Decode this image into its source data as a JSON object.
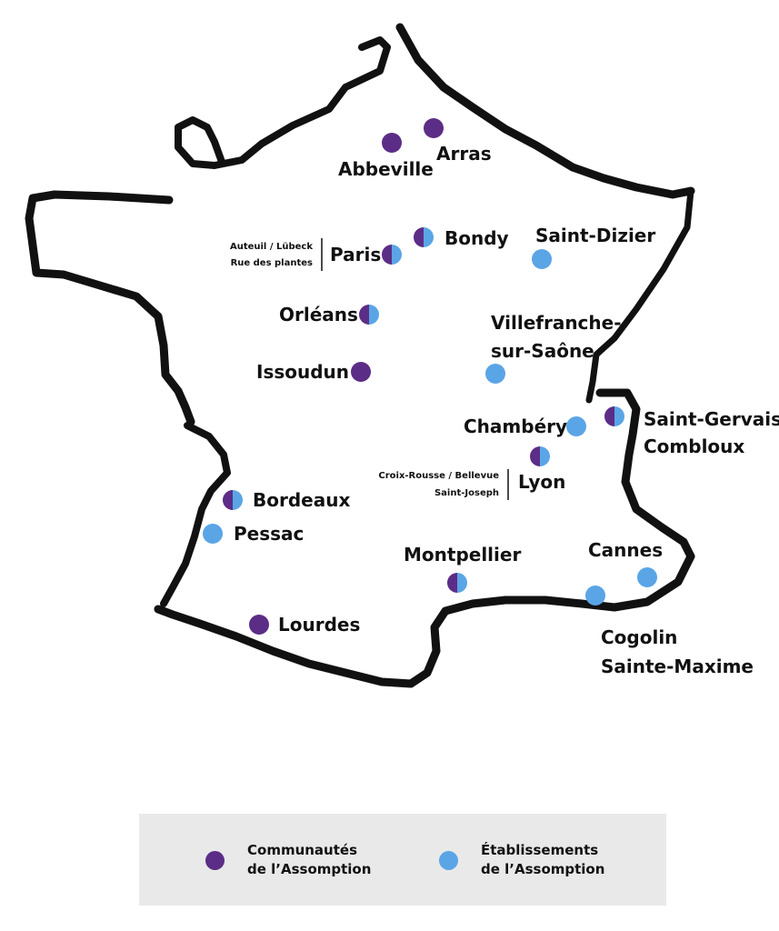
{
  "colors": {
    "communautes": "#5c2d86",
    "etablissements": "#5aa5e6",
    "outline": "#111111",
    "legend_bg": "#e9e9e9"
  },
  "cities": {
    "abbeville": "Abbeville",
    "arras": "Arras",
    "paris": "Paris",
    "paris_sub_1": "Auteuil / Lübeck",
    "paris_sub_2": "Rue des plantes",
    "bondy": "Bondy",
    "saint_dizier": "Saint-Dizier",
    "orleans": "Orléans",
    "villefranche_1": "Villefranche-",
    "villefranche_2": "sur-Saône",
    "issoudun": "Issoudun",
    "chambery": "Chambéry",
    "saint_gervais_1": "Saint-Gervais",
    "saint_gervais_2": "Combloux",
    "lyon": "Lyon",
    "lyon_sub_1": "Croix-Rousse / Bellevue",
    "lyon_sub_2": "Saint-Joseph",
    "bordeaux": "Bordeaux",
    "pessac": "Pessac",
    "montpellier": "Montpellier",
    "cannes": "Cannes",
    "cogolin_1": "Cogolin",
    "cogolin_2": "Sainte-Maxime",
    "lourdes": "Lourdes"
  },
  "markers": {
    "abbeville": "communaute",
    "arras": "communaute",
    "paris": "both",
    "bondy": "both",
    "saint_dizier": "etablissement",
    "orleans": "both",
    "villefranche": "etablissement",
    "issoudun": "communaute",
    "chambery": "etablissement",
    "saint_gervais": "both",
    "lyon": "both",
    "bordeaux": "both",
    "pessac": "etablissement",
    "montpellier": "both",
    "cannes": "etablissement",
    "cogolin": "etablissement",
    "lourdes": "communaute"
  },
  "legend": {
    "communautes": "Communautés\nde l’Assomption",
    "etablissements": "Établissements\nde l’Assomption"
  }
}
